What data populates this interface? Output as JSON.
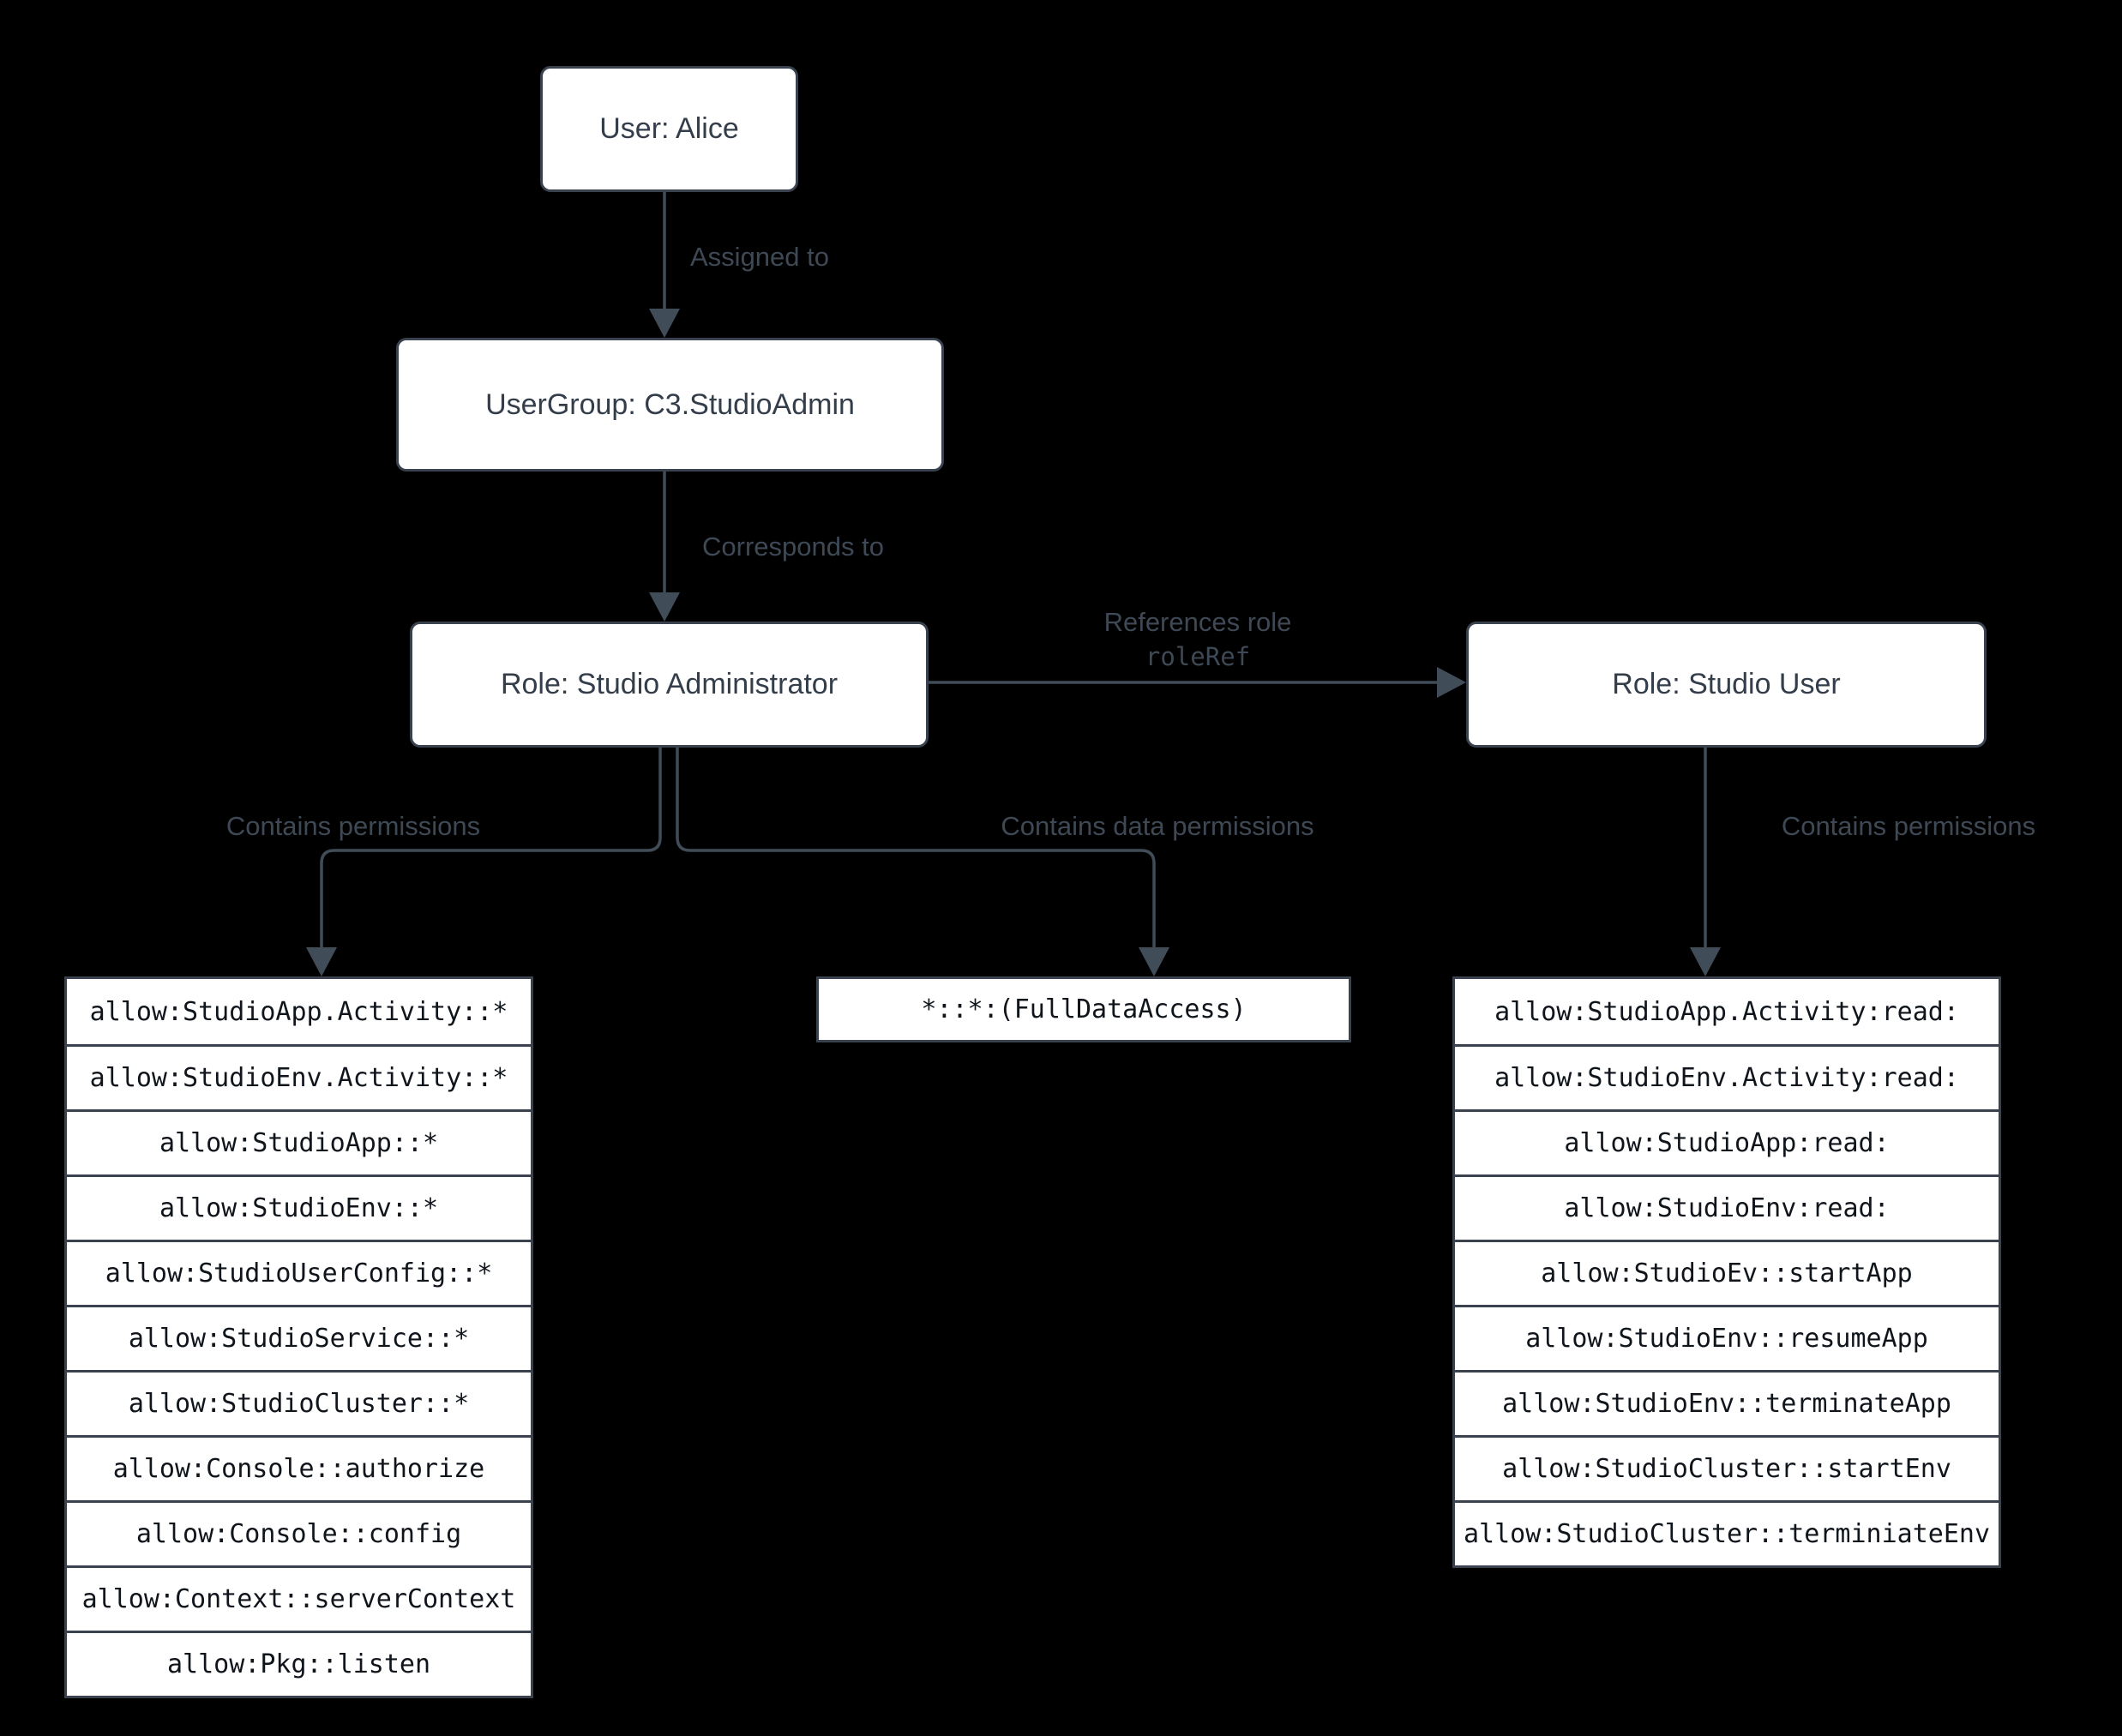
{
  "diagram": {
    "nodes": {
      "user": "User: Alice",
      "usergroup": "UserGroup: C3.StudioAdmin",
      "role_admin": "Role: Studio Administrator",
      "role_user": "Role: Studio User",
      "data_permission": "*::*:(FullDataAccess)"
    },
    "edges": {
      "assigned_to": "Assigned to",
      "corresponds_to": "Corresponds to",
      "references_role": "References role",
      "role_ref": "roleRef",
      "contains_permissions_left": "Contains permissions",
      "contains_data_permissions": "Contains data permissions",
      "contains_permissions_right": "Contains permissions"
    },
    "admin_permissions": [
      "allow:StudioApp.Activity::*",
      "allow:StudioEnv.Activity::*",
      "allow:StudioApp::*",
      "allow:StudioEnv::*",
      "allow:StudioUserConfig::*",
      "allow:StudioService::*",
      "allow:StudioCluster::*",
      "allow:Console::authorize",
      "allow:Console::config",
      "allow:Context::serverContext",
      "allow:Pkg::listen"
    ],
    "user_permissions": [
      "allow:StudioApp.Activity:read:",
      "allow:StudioEnv.Activity:read:",
      "allow:StudioApp:read:",
      "allow:StudioEnv:read:",
      "allow:StudioEv::startApp",
      "allow:StudioEnv::resumeApp",
      "allow:StudioEnv::terminateApp",
      "allow:StudioCluster::startEnv",
      "allow:StudioCluster::terminiateEnv"
    ],
    "colors": {
      "background": "#000000",
      "node_fill": "#ffffff",
      "node_border": "#39424e",
      "node_text": "#343e4b",
      "edge_line": "#414c59",
      "edge_label": "#3e4955",
      "list_text": "#10151c"
    }
  }
}
